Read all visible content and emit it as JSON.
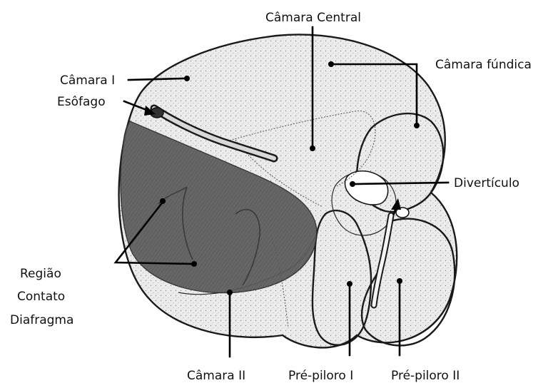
{
  "diagram": {
    "labels": {
      "camara_central": "Câmara Central",
      "camara_fundica": "Câmara fúndica",
      "camara_i": "Câmara I",
      "esofago": "Esôfago",
      "diverticulo": "Divertículo",
      "regiao_line1": "Região",
      "regiao_line2": "Contato",
      "regiao_line3": "Diafragma",
      "camara_ii": "Câmara II",
      "pre_piloro_i": "Pré-piloro I",
      "pre_piloro_ii": "Pré-piloro II"
    },
    "colors": {
      "organ_fill": "#ebebeb",
      "stipple": "#8a8a8a",
      "diaphragm_region": "#5a5a5a",
      "outline": "#1a1a1a",
      "label_text": "#111111"
    }
  }
}
